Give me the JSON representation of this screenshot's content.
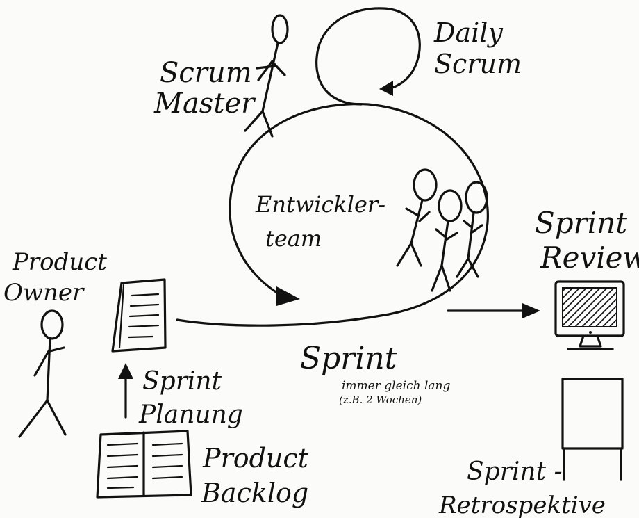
{
  "labels": {
    "daily_scrum_1": "Daily",
    "daily_scrum_2": "Scrum",
    "scrum_master_1": "Scrum",
    "scrum_master_2": "Master",
    "dev_team_1": "Entwickler-",
    "dev_team_2": "team",
    "sprint_review_1": "Sprint",
    "sprint_review_2": "Review",
    "product_owner_1": "Product",
    "product_owner_2": "Owner",
    "sprint": "Sprint",
    "sprint_note_1": "immer gleich lang",
    "sprint_note_2": "(z.B. 2 Wochen)",
    "sprint_planning_1": "Sprint",
    "sprint_planning_2": "Planung",
    "product_backlog_1": "Product",
    "product_backlog_2": "Backlog",
    "retro_1": "Sprint -",
    "retro_2": "Retrospektive"
  }
}
